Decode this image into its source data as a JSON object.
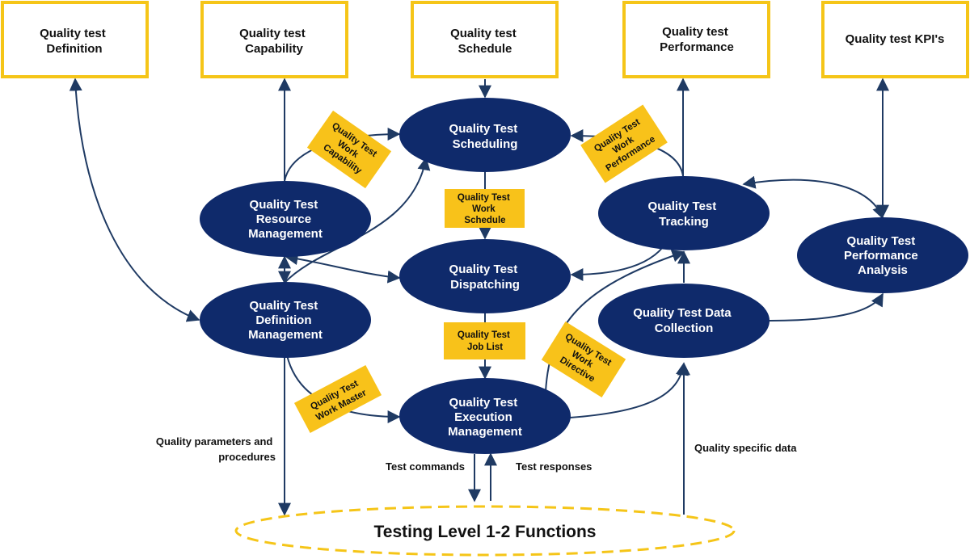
{
  "colors": {
    "ellipse_fill": "#0f2a6b",
    "box_border": "#f5c518",
    "tag_fill": "#f8c21a",
    "arrow": "#1f3a63"
  },
  "top_boxes": {
    "definition": [
      "Quality test",
      "Definition"
    ],
    "capability": [
      "Quality test",
      "Capability"
    ],
    "schedule": [
      "Quality test",
      "Schedule"
    ],
    "performance": [
      "Quality test",
      "Performance"
    ],
    "kpis": [
      "Quality test KPI's"
    ]
  },
  "processes": {
    "scheduling": [
      "Quality Test",
      "Scheduling"
    ],
    "resource_management": [
      "Quality Test",
      "Resource",
      "Management"
    ],
    "tracking": [
      "Quality Test",
      "Tracking"
    ],
    "performance_analysis": [
      "Quality Test",
      "Performance",
      "Analysis"
    ],
    "dispatching": [
      "Quality Test",
      "Dispatching"
    ],
    "definition_management": [
      "Quality Test",
      "Definition",
      "Management"
    ],
    "data_collection": [
      "Quality Test Data",
      "Collection"
    ],
    "execution_management": [
      "Quality Test",
      "Execution",
      "Management"
    ]
  },
  "tags": {
    "work_capability": [
      "Quality Test",
      "Work",
      "Capability"
    ],
    "work_performance": [
      "Quality Test",
      "Work",
      "Performance"
    ],
    "work_schedule": [
      "Quality Test",
      "Work",
      "Schedule"
    ],
    "job_list": [
      "Quality Test",
      "Job List"
    ],
    "work_directive": [
      "Quality Test",
      "Work",
      "Directive"
    ],
    "work_master": [
      "Quality Test",
      "Work Master"
    ]
  },
  "labels": {
    "quality_parameters": [
      "Quality parameters and",
      "procedures"
    ],
    "test_commands": "Test commands",
    "test_responses": "Test responses",
    "quality_specific_data": "Quality specific data"
  },
  "base": {
    "label": "Testing Level 1-2 Functions"
  }
}
